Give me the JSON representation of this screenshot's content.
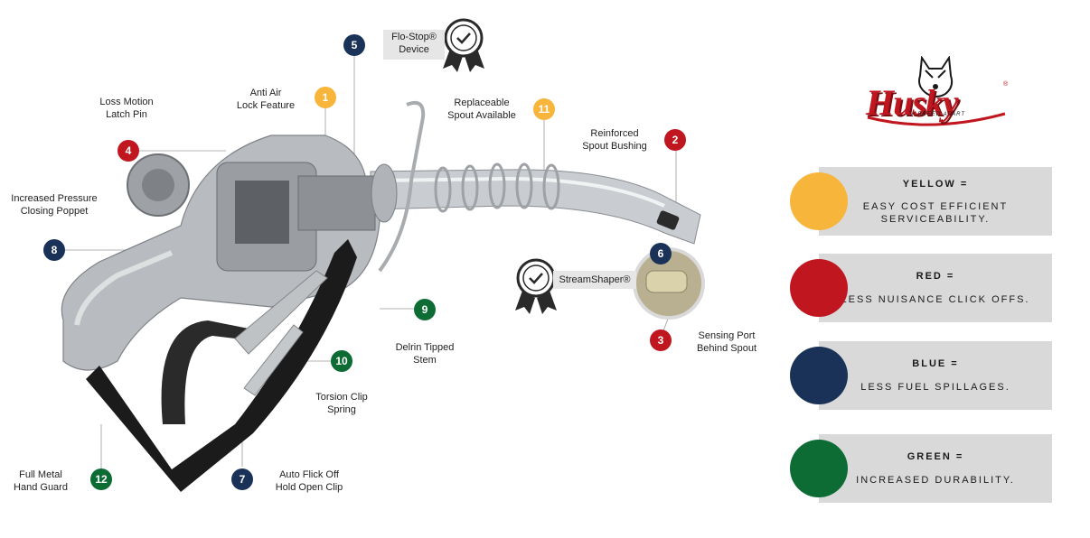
{
  "brand": {
    "name": "Husky",
    "tagline": "A BREED APART",
    "mark": "®"
  },
  "callouts": [
    {
      "id": "1",
      "text": "Anti Air\nLock Feature",
      "color": "yellow"
    },
    {
      "id": "2",
      "text": "Reinforced\nSpout Bushing",
      "color": "red"
    },
    {
      "id": "3",
      "text": "Sensing Port\nBehind Spout",
      "color": "red"
    },
    {
      "id": "4",
      "text": "Loss Motion\nLatch Pin",
      "color": "red"
    },
    {
      "id": "5",
      "text": "Flo-Stop®\nDevice",
      "color": "blue"
    },
    {
      "id": "6",
      "text": "StreamShaper®",
      "color": "blue"
    },
    {
      "id": "7",
      "text": "Auto Flick Off\nHold Open Clip",
      "color": "blue"
    },
    {
      "id": "8",
      "text": "Increased Pressure\nClosing Poppet",
      "color": "blue"
    },
    {
      "id": "9",
      "text": "Delrin Tipped\nStem",
      "color": "green"
    },
    {
      "id": "10",
      "text": "Torsion Clip\nSpring",
      "color": "green"
    },
    {
      "id": "11",
      "text": "Replaceable\nSpout Available",
      "color": "yellow"
    },
    {
      "id": "12",
      "text": "Full Metal\nHand Guard",
      "color": "green"
    }
  ],
  "legend": [
    {
      "title": "YELLOW =",
      "desc": "EASY COST EFFICIENT\nSERVICEABILITY.",
      "color": "#f7b53b"
    },
    {
      "title": "RED =",
      "desc": "LESS NUISANCE CLICK OFFS.",
      "color": "#c0161f"
    },
    {
      "title": "BLUE =",
      "desc": "LESS FUEL SPILLAGES.",
      "color": "#1a3258"
    },
    {
      "title": "GREEN =",
      "desc": "INCREASED DURABILITY.",
      "color": "#0d6b34"
    }
  ],
  "colors": {
    "yellow": "#f7b53b",
    "red": "#c0161f",
    "blue": "#1a3258",
    "green": "#0d6b34"
  },
  "icons": [
    "certified-badge-icon",
    "certified-badge-icon"
  ]
}
